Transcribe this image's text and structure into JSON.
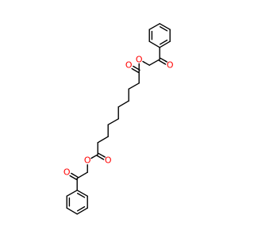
{
  "molecule": {
    "colors": {
      "bond": "#000000",
      "oxygen": "#ff0000",
      "background": "#ffffff"
    },
    "atoms": [
      {
        "id": "O1",
        "label": "O"
      },
      {
        "id": "O2",
        "label": "O"
      },
      {
        "id": "O3",
        "label": "O"
      },
      {
        "id": "O4",
        "label": "O"
      },
      {
        "id": "O5",
        "label": "O"
      },
      {
        "id": "O6",
        "label": "O"
      }
    ]
  }
}
